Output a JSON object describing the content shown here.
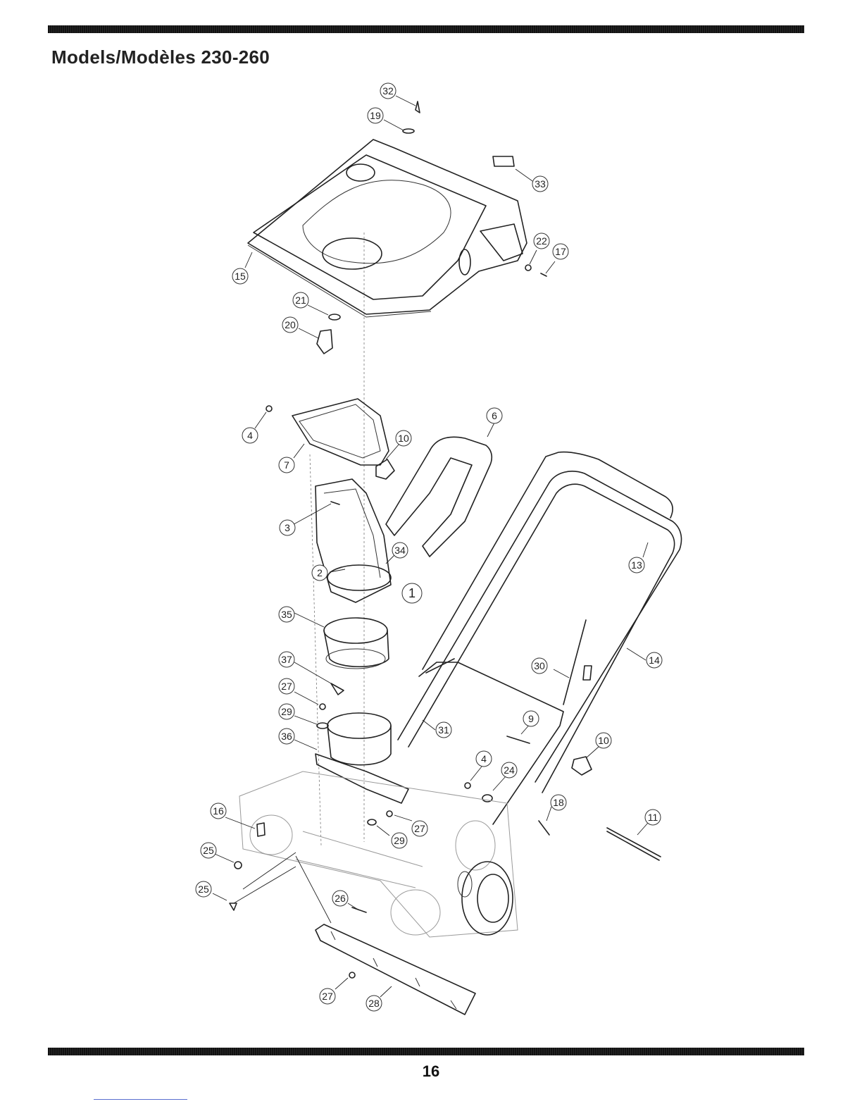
{
  "header": {
    "title": "Models/Modèles  230-260"
  },
  "footer": {
    "page_number": "16"
  },
  "callouts": [
    "32",
    "19",
    "33",
    "22",
    "17",
    "15",
    "21",
    "20",
    "4",
    "7",
    "10",
    "6",
    "3",
    "34",
    "2",
    "1",
    "13",
    "35",
    "14",
    "37",
    "30",
    "27",
    "29",
    "36",
    "31",
    "9",
    "10",
    "4",
    "24",
    "18",
    "16",
    "27",
    "29",
    "11",
    "25",
    "25",
    "26",
    "27",
    "28"
  ]
}
